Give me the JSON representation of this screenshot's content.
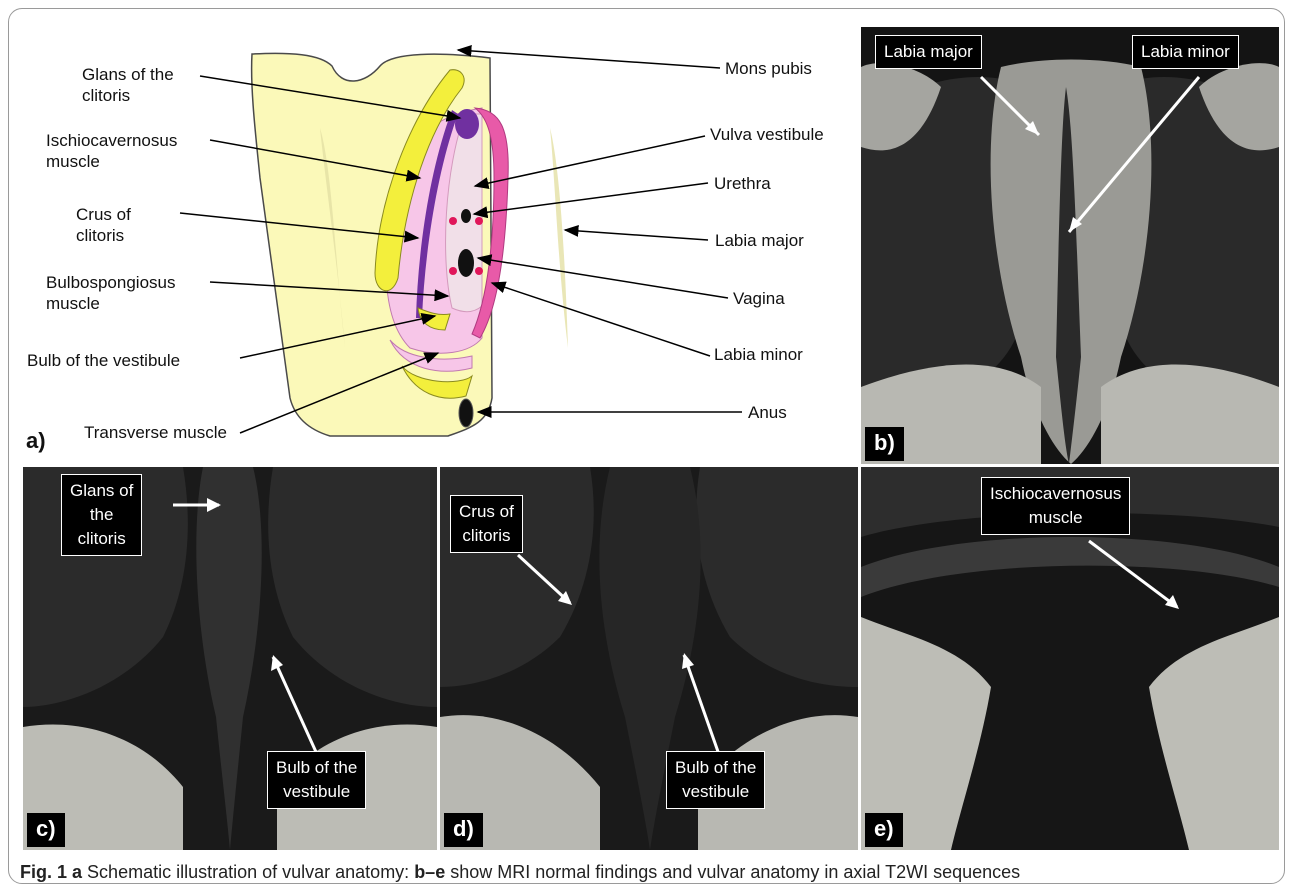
{
  "panel_a": {
    "letter": "a)",
    "labels_left": [
      "Glans of the\nclitoris",
      "Ischiocavernosus\nmuscle",
      "Crus of\nclitoris",
      "Bulbospongiosus\nmuscle",
      "Bulb of the vestibule",
      "Transverse muscle"
    ],
    "labels_right": [
      "Mons pubis",
      "Vulva vestibule",
      "Urethra",
      "Labia major",
      "Vagina",
      "Labia minor",
      "Anus"
    ]
  },
  "panel_b": {
    "letter": "b)",
    "labels": [
      "Labia major",
      "Labia minor"
    ]
  },
  "panel_c": {
    "letter": "c)",
    "labels": [
      "Glans of\nthe\nclitoris",
      "Bulb of the\nvestibule"
    ]
  },
  "panel_d": {
    "letter": "d)",
    "labels": [
      "Crus of\nclitoris",
      "Bulb of the\nvestibule"
    ]
  },
  "panel_e": {
    "letter": "e)",
    "labels": [
      "Ischiocavernosus\nmuscle"
    ]
  },
  "caption": {
    "fig": "Fig. 1",
    "a": "a",
    "text1": " Schematic illustration of vulvar anatomy: ",
    "range": "b–e",
    "text2": " show MRI normal findings and vulvar anatomy in axial T2WI sequences"
  }
}
